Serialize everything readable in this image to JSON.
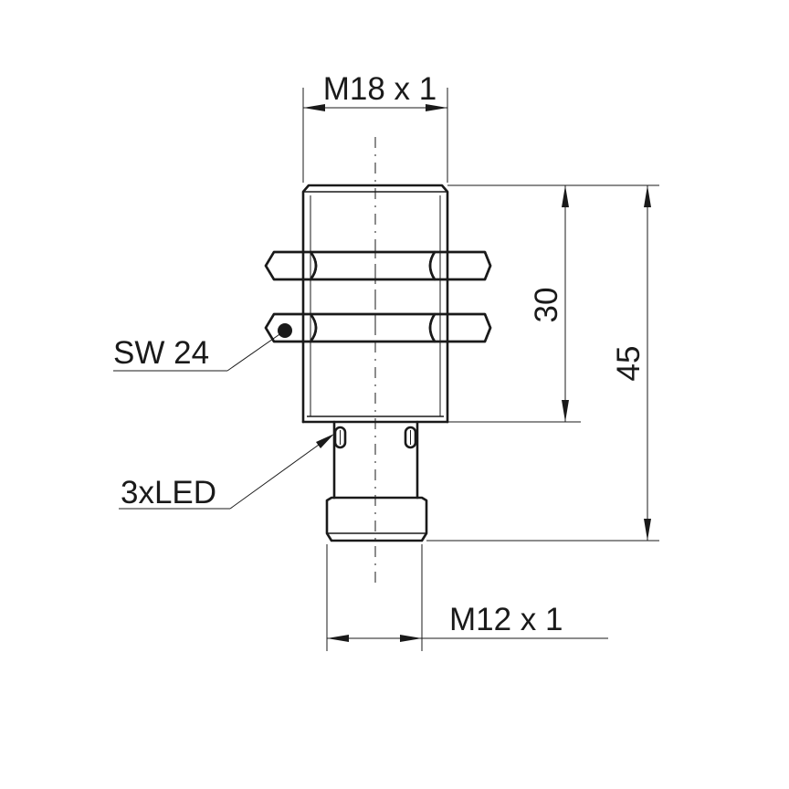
{
  "drawing": {
    "thread_top_label": "M18 x 1",
    "thread_bottom_label": "M12 x 1",
    "wrench_size_label": "SW 24",
    "led_label": "3xLED",
    "dim_body_length": "30",
    "dim_total_length": "45"
  }
}
